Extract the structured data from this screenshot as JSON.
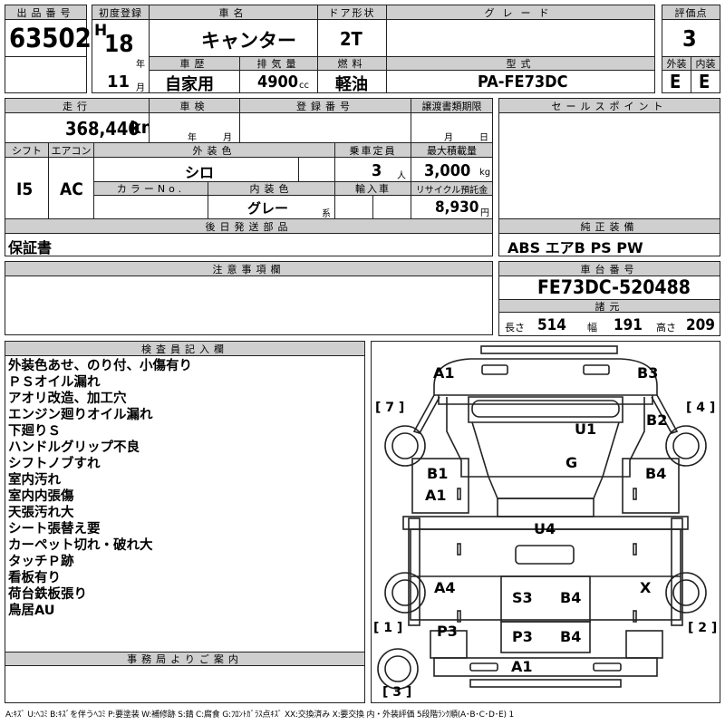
{
  "header": {
    "lot_no_label": "出品番号",
    "lot_no": "63502",
    "first_reg_label": "初度登録",
    "era": "H",
    "year": "18",
    "year_unit": "年",
    "month": "11",
    "month_unit": "月",
    "car_name_label": "車名",
    "car_name": "キャンター",
    "door_label": "ドア形状",
    "door": "2T",
    "grade_label": "グレード",
    "grade": "",
    "score_label": "評価点",
    "score": "3",
    "history_label": "車歴",
    "history": "自家用",
    "displacement_label": "排気量",
    "displacement": "4900",
    "displacement_unit": "cc",
    "fuel_label": "燃料",
    "fuel": "軽油",
    "model_label": "型式",
    "model": "PA-FE73DC",
    "ext_label": "外装",
    "ext_grade": "E",
    "int_label": "内装",
    "int_grade": "E"
  },
  "row2": {
    "mileage_label": "走行",
    "mileage": "368,440",
    "mileage_unit": "km",
    "inspection_label": "車検",
    "inspection_year": "年",
    "inspection_month": "月",
    "reg_no_label": "登録番号",
    "reg_no": "",
    "transfer_label": "譲渡書類期限",
    "transfer_month": "月",
    "transfer_day": "日",
    "shift_label": "シフト",
    "shift": "I5",
    "ac_label": "エアコン",
    "ac": "AC",
    "ext_color_label": "外装色",
    "ext_color": "シロ",
    "capacity_label": "乗車定員",
    "capacity": "3",
    "capacity_unit": "人",
    "max_load_label": "最大積載量",
    "max_load": "3,000",
    "max_load_unit": "kg",
    "color_no_label": "カラーNo.",
    "color_no": "",
    "int_color_label": "内装色",
    "int_color": "グレー",
    "int_color_unit": "系",
    "import_label": "輸入車",
    "recycle_label": "リサイクル預託金",
    "recycle": "8,930",
    "recycle_unit": "円"
  },
  "sales_point_label": "セールスポイント",
  "later_parts_label": "後日発送部品",
  "later_parts": "保証書",
  "genuine_label": "純正装備",
  "genuine": "ABS エアB PS PW",
  "caution_label": "注意事項欄",
  "chassis_label": "車台番号",
  "chassis_no": "FE73DC-520488",
  "dims_label": "諸元",
  "length_label": "長さ",
  "length": "514",
  "width_label": "幅",
  "width": "191",
  "height_label": "高さ",
  "height": "209",
  "inspector_label": "検査員記入欄",
  "inspector_notes": [
    "外装色あせ、のり付、小傷有り",
    "ＰＳオイル漏れ",
    "アオリ改造、加工穴",
    "エンジン廻りオイル漏れ",
    "下廻りＳ",
    "ハンドルグリップ不良",
    "シフトノブすれ",
    "室内汚れ",
    "室内内張傷",
    "天張汚れ大",
    "シート張替え要",
    "カーペット切れ・破れ大",
    "タッチＰ跡",
    "看板有り",
    "荷台鉄板張り",
    "鳥居AU"
  ],
  "office_label": "事務局よりご案内",
  "diagram": {
    "marks": [
      "A1",
      "B3",
      "U1",
      "B2",
      "G",
      "B1",
      "B4",
      "A1",
      "U4",
      "A4",
      "X",
      "S3",
      "B4",
      "P3",
      "P3",
      "B4",
      "A1"
    ],
    "brackets": [
      "[ 7 ]",
      "[ 4 ]",
      "[ 1 ]",
      "[ 2 ]",
      "[ 3 ]"
    ]
  },
  "legend": "A:ｷｽﾞ U:ﾍｺﾐ B:ｷｽﾞを伴うﾍｺﾐ P:要塗装 W:補修跡 S:錆 C:腐食 G:ﾌﾛﾝﾄｶﾞﾗｽ点ｷｽﾞ XX:交換済み X:要交換 内・外装評価 5段階ﾗﾝｸ順(A･B･C･D･E) 1"
}
